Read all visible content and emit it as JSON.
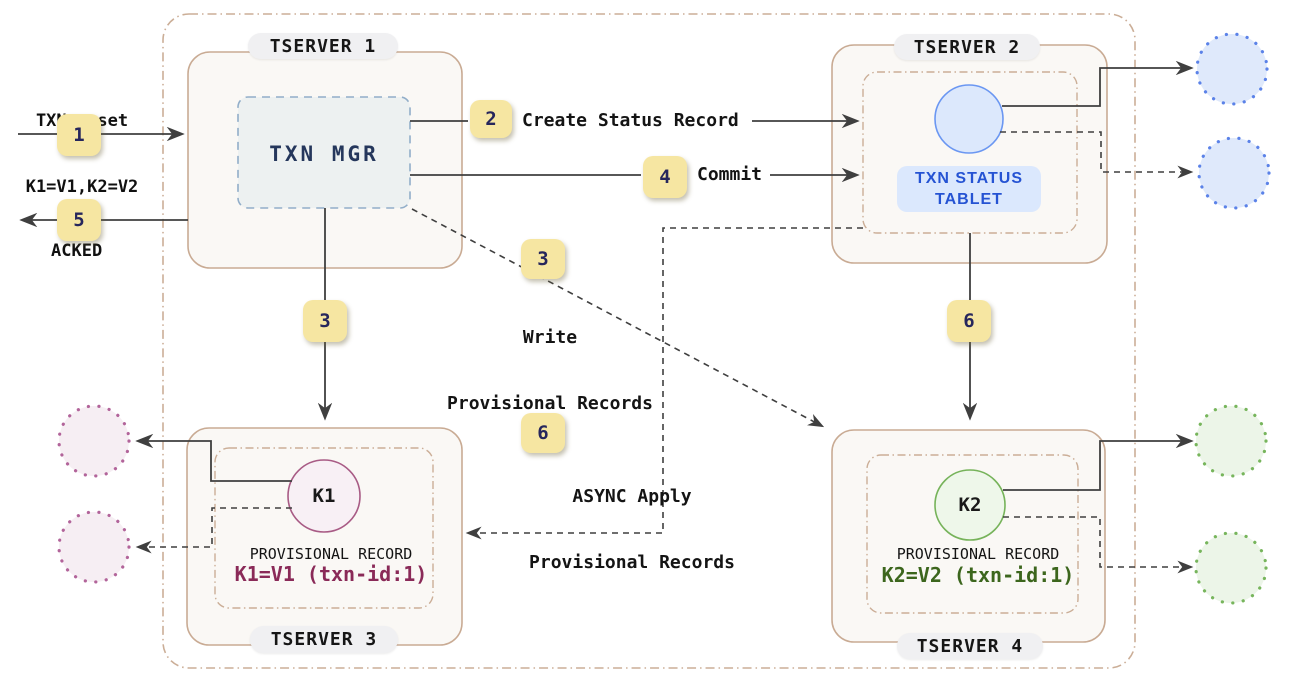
{
  "request": {
    "line1": "TXN - set",
    "line2": "K1=V1,K2=V2"
  },
  "steps": {
    "s1": {
      "num": "1"
    },
    "s2": {
      "num": "2",
      "label": "Create Status Record"
    },
    "s3_down": {
      "num": "3"
    },
    "s3_write": {
      "num": "3",
      "line1": "Write",
      "line2": "Provisional Records"
    },
    "s4": {
      "num": "4",
      "label": "Commit"
    },
    "s5": {
      "num": "5",
      "label": "ACKED"
    },
    "s6_down": {
      "num": "6"
    },
    "s6_async": {
      "num": "6",
      "line1": "ASYNC Apply",
      "line2": "Provisional Records"
    }
  },
  "servers": {
    "t1": {
      "title": "TSERVER 1",
      "component": "TXN MGR"
    },
    "t2": {
      "title": "TSERVER 2",
      "tablet": {
        "line1": "TXN STATUS",
        "line2": "TABLET"
      }
    },
    "t3": {
      "title": "TSERVER 3",
      "key": "K1",
      "record_label": "PROVISIONAL RECORD",
      "record_value": "K1=V1 (txn-id:1)"
    },
    "t4": {
      "title": "TSERVER 4",
      "key": "K2",
      "record_label": "PROVISIONAL RECORD",
      "record_value": "K2=V2 (txn-id:1)"
    }
  },
  "colors": {
    "badge_bg": "#f6e6a2",
    "badge_text": "#26265c",
    "server_border": "#c9ab94",
    "server_bg": "#faf8f5",
    "pill_bg": "#f0f0f2",
    "dashdot_border": "#cbae97",
    "txn_mgr_bg": "#edf1f1",
    "txn_mgr_border": "#92aec9",
    "txn_mgr_text": "#25375c",
    "status_circle_bg": "#dce8fc",
    "status_circle_border": "#6b97f2",
    "status_tablet_bg": "#dbe8fd",
    "status_tablet_text": "#2553d3",
    "k1_circle_bg": "#f8f0f5",
    "k1_circle_border": "#a85b85",
    "k1_value_text": "#8a2a58",
    "k2_circle_bg": "#eef7ea",
    "k2_circle_border": "#76b35a",
    "k2_value_text": "#3c661d",
    "arrow": "#3f3f3f",
    "replica_blue_bg": "#dfe9fb",
    "replica_blue_dot": "#5b82e8",
    "replica_pink_bg": "#f6eef3",
    "replica_pink_dot": "#b2649a",
    "replica_green_bg": "#ecf5e8",
    "replica_green_dot": "#77b55c"
  }
}
